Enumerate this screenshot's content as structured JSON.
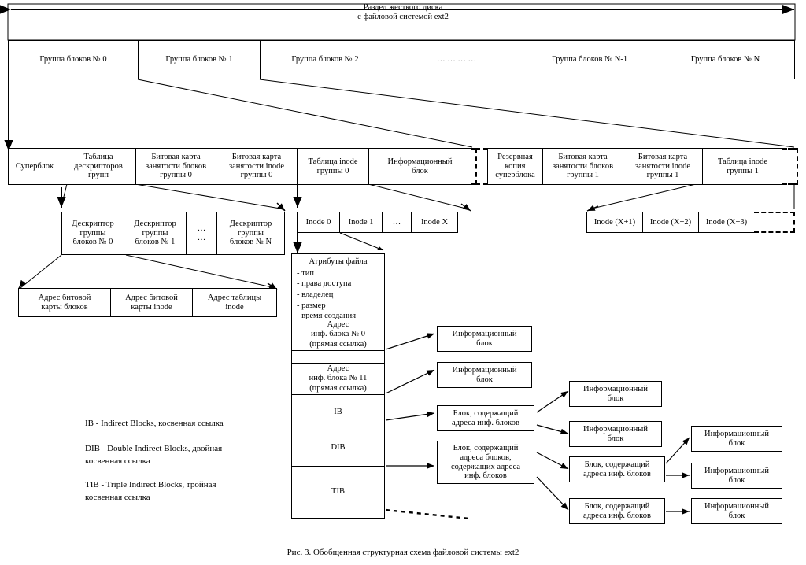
{
  "figure": {
    "caption": "Рис. 3. Обобщенная структурная схема файловой системы ext2",
    "top_label": "Раздел жесткого диска\nс файловой системой ext2"
  },
  "block_groups": [
    {
      "label": "Группа блоков № 0"
    },
    {
      "label": "Группа блоков № 1"
    },
    {
      "label": "Группа блоков № 2"
    },
    {
      "label": "… … … …"
    },
    {
      "label": "Группа блоков № N-1"
    },
    {
      "label": "Группа блоков № N"
    }
  ],
  "group0_layout": [
    {
      "label": "Суперблок"
    },
    {
      "label": "Таблица\nдескрипторов\nгрупп"
    },
    {
      "label": "Битовая карта\nзанятости блоков\nгруппы 0"
    },
    {
      "label": "Битовая карта\nзанятости inode\nгруппы 0"
    },
    {
      "label": "Таблица inode\nгруппы 0"
    },
    {
      "label": "Информационный\nблок"
    }
  ],
  "group1_layout": [
    {
      "label": "Резервная\nкопия\nсуперблока"
    },
    {
      "label": "Битовая карта\nзанятости блоков\nгруппы 1"
    },
    {
      "label": "Битовая карта\nзанятости inode\nгруппы 1"
    },
    {
      "label": "Таблица inode\nгруппы 1"
    }
  ],
  "group_descriptors": [
    {
      "label": "Дескриптор\nгруппы\nблоков № 0"
    },
    {
      "label": "Дескриптор\nгруппы\nблоков № 1"
    },
    {
      "label": "…\n…"
    },
    {
      "label": "Дескриптор\nгруппы\nблоков № N"
    }
  ],
  "descriptor_fields": [
    {
      "label": "Адрес битовой\nкарты блоков"
    },
    {
      "label": "Адрес битовой\nкарты inode"
    },
    {
      "label": "Адрес таблицы\ninode"
    }
  ],
  "inode_table_group0": [
    {
      "label": "Inode 0"
    },
    {
      "label": "Inode 1"
    },
    {
      "label": "…"
    },
    {
      "label": "Inode X"
    }
  ],
  "inode_table_group1": [
    {
      "label": "Inode (X+1)"
    },
    {
      "label": "Inode (X+2)"
    },
    {
      "label": "Inode (X+3)"
    }
  ],
  "inode_structure": {
    "attributes_title": "Атрибуты файла",
    "attributes": [
      "- тип",
      "- права доступа",
      "- владелец",
      "- размер",
      "- время создания"
    ],
    "entries": [
      {
        "label": "Адрес\nинф. блока № 0\n(прямая ссылка)"
      },
      {
        "label": ""
      },
      {
        "label": "Адрес\nинф. блока № 11\n(прямая ссылка)"
      },
      {
        "label": "IB"
      },
      {
        "label": "DIB"
      },
      {
        "label": "TIB"
      }
    ]
  },
  "legend": [
    "IB - Indirect Blocks, косвенная ссылка",
    "DIB - Double Indirect Blocks, двойная\nкосвенная ссылка",
    "TIB - Triple Indirect Blocks, тройная\nкосвенная ссылка"
  ],
  "data_blocks": {
    "info_block": "Информационный\nблок",
    "indirect_block": "Блок, содержащий\nадреса инф. блоков",
    "double_indirect_block": "Блок, содержащий\nадреса блоков,\nсодержащих адреса\nинф. блоков"
  },
  "right_tree": {
    "level1": [
      {
        "name": "info-block-direct-0",
        "text_key": "info_block"
      },
      {
        "name": "info-block-direct-11",
        "text_key": "info_block"
      },
      {
        "name": "indirect-block-ib",
        "text_key": "indirect_block"
      },
      {
        "name": "double-indirect-block-dib",
        "text_key": "double_indirect_block"
      }
    ],
    "level2": [
      {
        "name": "info-block-from-ib-1",
        "text_key": "info_block"
      },
      {
        "name": "info-block-from-ib-2",
        "text_key": "info_block"
      },
      {
        "name": "indirect-block-from-dib-1",
        "text_key": "indirect_block"
      },
      {
        "name": "indirect-block-from-dib-2",
        "text_key": "indirect_block"
      }
    ],
    "level3": [
      {
        "name": "info-block-leaf-1",
        "text_key": "info_block"
      },
      {
        "name": "info-block-leaf-2",
        "text_key": "info_block"
      },
      {
        "name": "info-block-leaf-3",
        "text_key": "info_block"
      }
    ]
  },
  "colors": {
    "line": "#000000",
    "background": "#ffffff"
  }
}
